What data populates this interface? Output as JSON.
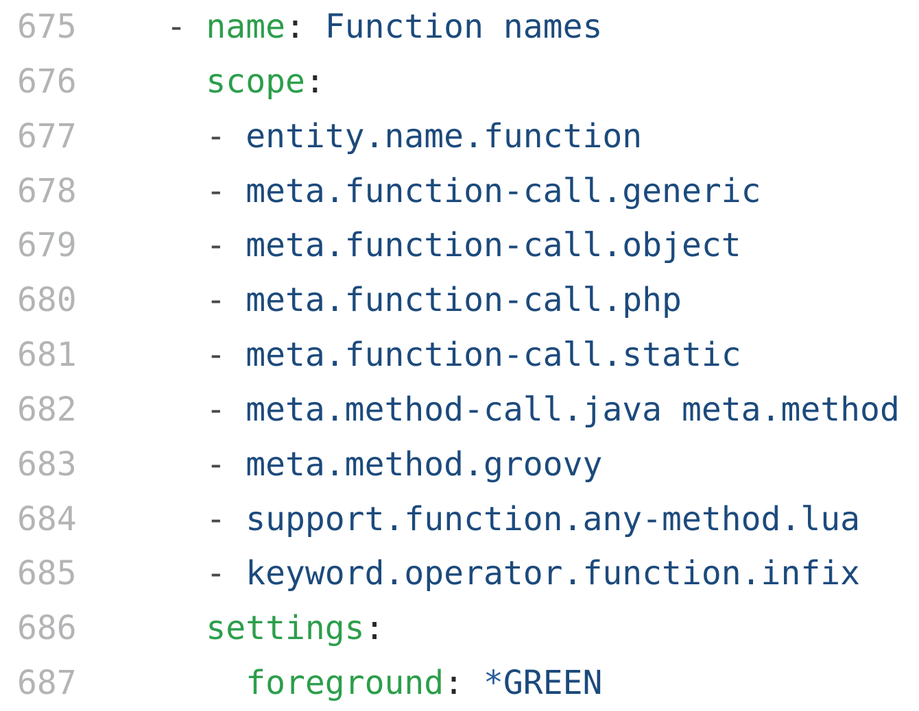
{
  "editor": {
    "description": "YAML syntax-theme source file viewed in a light-theme code viewer",
    "background": "#ffffff",
    "colors": {
      "line_number": "#b2b4b5",
      "key": "#2c9e4b",
      "value": "#1c4a7c",
      "punct": "#47494c",
      "colon": "#26282a",
      "alias": "#2b5f9e",
      "ws": "#000000"
    },
    "lines": [
      {
        "number": "675",
        "tokens": [
          {
            "t": "    ",
            "c": "ws"
          },
          {
            "t": "- ",
            "c": "punct"
          },
          {
            "t": "name",
            "c": "key"
          },
          {
            "t": ":",
            "c": "colon"
          },
          {
            "t": " Function names",
            "c": "value"
          }
        ]
      },
      {
        "number": "676",
        "tokens": [
          {
            "t": "      ",
            "c": "ws"
          },
          {
            "t": "scope",
            "c": "key"
          },
          {
            "t": ":",
            "c": "colon"
          }
        ]
      },
      {
        "number": "677",
        "tokens": [
          {
            "t": "      ",
            "c": "ws"
          },
          {
            "t": "- ",
            "c": "punct"
          },
          {
            "t": "entity.name.function",
            "c": "value"
          }
        ]
      },
      {
        "number": "678",
        "tokens": [
          {
            "t": "      ",
            "c": "ws"
          },
          {
            "t": "- ",
            "c": "punct"
          },
          {
            "t": "meta.function-call.generic",
            "c": "value"
          }
        ]
      },
      {
        "number": "679",
        "tokens": [
          {
            "t": "      ",
            "c": "ws"
          },
          {
            "t": "- ",
            "c": "punct"
          },
          {
            "t": "meta.function-call.object",
            "c": "value"
          }
        ]
      },
      {
        "number": "680",
        "tokens": [
          {
            "t": "      ",
            "c": "ws"
          },
          {
            "t": "- ",
            "c": "punct"
          },
          {
            "t": "meta.function-call.php",
            "c": "value"
          }
        ]
      },
      {
        "number": "681",
        "tokens": [
          {
            "t": "      ",
            "c": "ws"
          },
          {
            "t": "- ",
            "c": "punct"
          },
          {
            "t": "meta.function-call.static",
            "c": "value"
          }
        ]
      },
      {
        "number": "682",
        "tokens": [
          {
            "t": "      ",
            "c": "ws"
          },
          {
            "t": "- ",
            "c": "punct"
          },
          {
            "t": "meta.method-call.java meta.method",
            "c": "value"
          }
        ]
      },
      {
        "number": "683",
        "tokens": [
          {
            "t": "      ",
            "c": "ws"
          },
          {
            "t": "- ",
            "c": "punct"
          },
          {
            "t": "meta.method.groovy",
            "c": "value"
          }
        ]
      },
      {
        "number": "684",
        "tokens": [
          {
            "t": "      ",
            "c": "ws"
          },
          {
            "t": "- ",
            "c": "punct"
          },
          {
            "t": "support.function.any-method.lua",
            "c": "value"
          }
        ]
      },
      {
        "number": "685",
        "tokens": [
          {
            "t": "      ",
            "c": "ws"
          },
          {
            "t": "- ",
            "c": "punct"
          },
          {
            "t": "keyword.operator.function.infix",
            "c": "value"
          }
        ]
      },
      {
        "number": "686",
        "tokens": [
          {
            "t": "      ",
            "c": "ws"
          },
          {
            "t": "settings",
            "c": "key"
          },
          {
            "t": ":",
            "c": "colon"
          }
        ]
      },
      {
        "number": "687",
        "tokens": [
          {
            "t": "        ",
            "c": "ws"
          },
          {
            "t": "foreground",
            "c": "key"
          },
          {
            "t": ":",
            "c": "colon"
          },
          {
            "t": " ",
            "c": "ws"
          },
          {
            "t": "*",
            "c": "alias"
          },
          {
            "t": "GREEN",
            "c": "value"
          }
        ]
      }
    ]
  }
}
